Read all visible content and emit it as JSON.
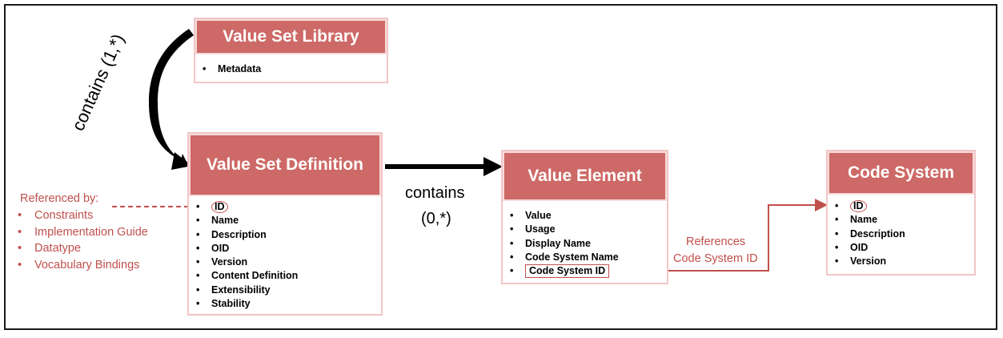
{
  "library": {
    "title": "Value Set Library",
    "items": [
      "Metadata"
    ]
  },
  "definition": {
    "title": "Value Set Definition",
    "items": [
      "ID",
      "Name",
      "Description",
      "OID",
      "Version",
      "Content Definition",
      "Extensibility",
      "Stability"
    ]
  },
  "element": {
    "title": "Value Element",
    "items": [
      "Value",
      "Usage",
      "Display Name",
      "Code System Name",
      "Code System ID"
    ]
  },
  "code_system": {
    "title": "Code System",
    "items": [
      "ID",
      "Name",
      "Description",
      "OID",
      "Version"
    ]
  },
  "labels": {
    "contains_many": "contains (1,*)",
    "contains_line1": "contains",
    "contains_line2": "(0,*)",
    "references_line1": "References",
    "references_line2": "Code System ID"
  },
  "referenced_by": {
    "heading": "Referenced by:",
    "items": [
      "Constraints",
      "Implementation Guide",
      "Datatype",
      "Vocabulary Bindings"
    ]
  },
  "colors": {
    "header": "#cd6966",
    "border": "#f2c6c6",
    "accent_text": "#c0504d",
    "arrow": "#000000"
  }
}
